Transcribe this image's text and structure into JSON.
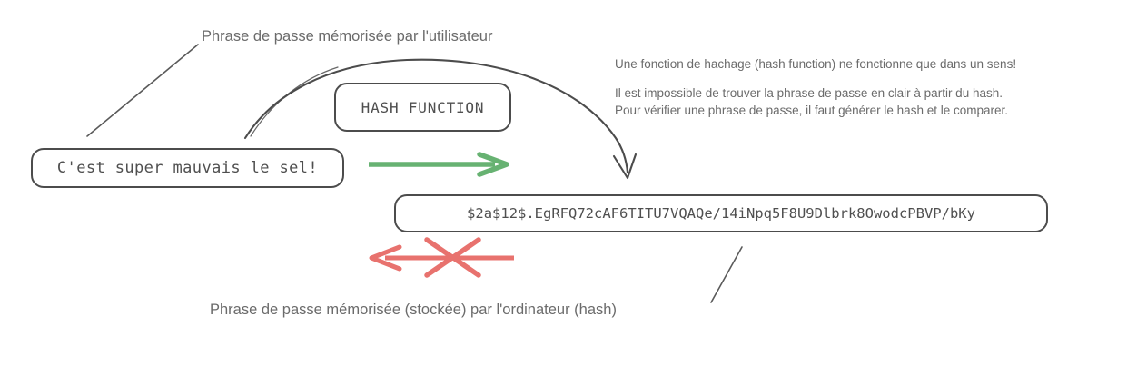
{
  "diagram": {
    "title_caption": "Phrase de passe mémorisée par l'utilisateur",
    "bottom_caption": "Phrase de passe mémorisée (stockée) par l'ordinateur (hash)",
    "password_box": {
      "text": "C'est super mauvais le sel!"
    },
    "hash_function_box": {
      "text": "HASH FUNCTION"
    },
    "hash_box": {
      "text": "$2a$12$.EgRFQ72cAF6TITU7VQAQe/14iNpq5F8U9Dlbrk8OwodcPBVP/bKy"
    },
    "notes": {
      "line1": "Une fonction de hachage (hash function) ne fonctionne que dans un sens!",
      "line2": "Il est impossible de trouver la phrase de passe en clair à partir du hash.",
      "line3": "Pour vérifier une phrase de passe, il faut générer le hash et le comparer."
    },
    "arrows": {
      "forward_arrow_name": "green-forward-arrow",
      "reverse_arrow_name": "red-reverse-arrow",
      "reverse_blocked_marker": "red-cross-icon",
      "curved_arrow_name": "curved-hash-arrow"
    },
    "colors": {
      "stroke": "#4c4c4c",
      "text": "#6b6b6b",
      "green_arrow": "#67b272",
      "red_arrow": "#e8726e",
      "background": "#ffffff"
    }
  }
}
